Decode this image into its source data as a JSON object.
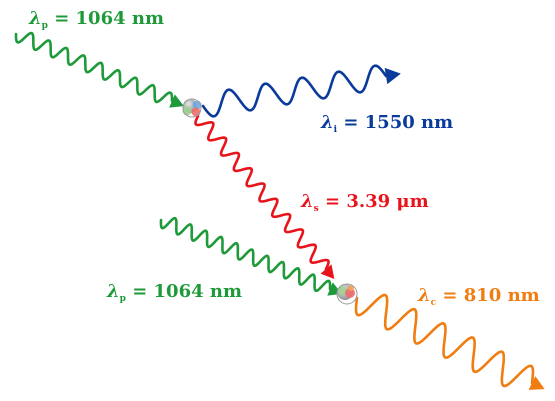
{
  "colors": {
    "pump": "#1f9a3a",
    "idler": "#0a3a9a",
    "signal": "#e8141b",
    "converted": "#f07d12"
  },
  "labels": {
    "pump_top": {
      "symbol": "λ",
      "sub": "p",
      "text": " = 1064 nm"
    },
    "idler": {
      "symbol": "λ",
      "sub": "i",
      "text": " = 1550 nm"
    },
    "signal": {
      "symbol": "λ",
      "sub": "s",
      "text": " = 3.39 μm"
    },
    "pump_bottom": {
      "symbol": "λ",
      "sub": "p",
      "text": " = 1064 nm"
    },
    "converted": {
      "symbol": "λ",
      "sub": "c",
      "text": " = 810 nm"
    }
  },
  "icons": {
    "interaction_top": "atom-cluster-icon",
    "interaction_bottom": "atom-cluster-icon"
  }
}
